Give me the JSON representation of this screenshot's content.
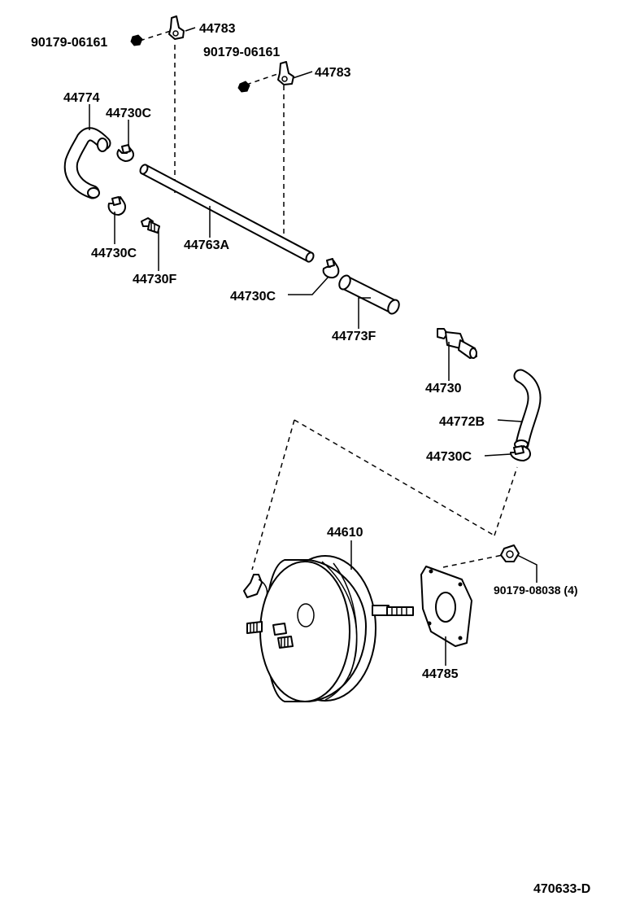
{
  "parts": [
    {
      "id": "p1",
      "number": "90179-06161",
      "part": "nut"
    },
    {
      "id": "p2",
      "number": "44783",
      "part": "clamp"
    },
    {
      "id": "p3",
      "number": "90179-06161",
      "part": "nut"
    },
    {
      "id": "p4",
      "number": "44783",
      "part": "clamp"
    },
    {
      "id": "p5",
      "number": "44774",
      "part": "hose"
    },
    {
      "id": "p6",
      "number": "44730C",
      "part": "clip"
    },
    {
      "id": "p7",
      "number": "44730C",
      "part": "clip"
    },
    {
      "id": "p8",
      "number": "44730F",
      "part": "valve"
    },
    {
      "id": "p9",
      "number": "44763A",
      "part": "pipe"
    },
    {
      "id": "p10",
      "number": "44730C",
      "part": "clip"
    },
    {
      "id": "p11",
      "number": "44773F",
      "part": "hose"
    },
    {
      "id": "p12",
      "number": "44730",
      "part": "check-valve"
    },
    {
      "id": "p13",
      "number": "44772B",
      "part": "hose"
    },
    {
      "id": "p14",
      "number": "44730C",
      "part": "clip"
    },
    {
      "id": "p15",
      "number": "44610",
      "part": "brake-booster"
    },
    {
      "id": "p16",
      "number": "90179-08038 (4)",
      "part": "nut"
    },
    {
      "id": "p17",
      "number": "44785",
      "part": "gasket"
    }
  ],
  "diagram_code": "470633-D"
}
